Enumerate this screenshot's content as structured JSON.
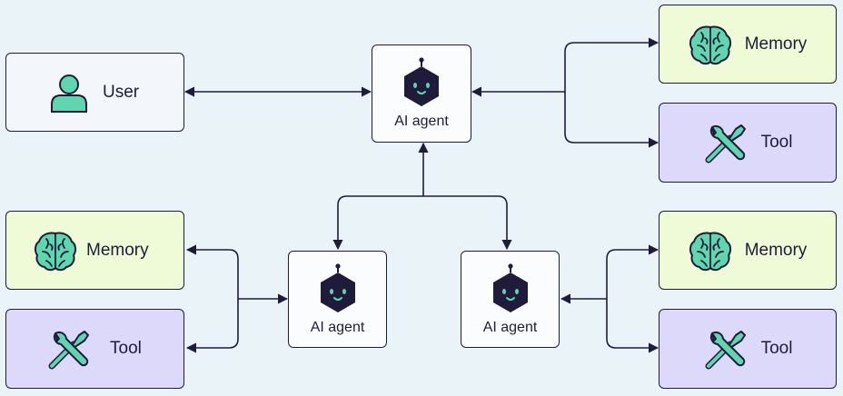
{
  "nodes": {
    "user": {
      "label": "User",
      "icon": "user-icon"
    },
    "agent_top": {
      "label": "AI agent",
      "icon": "robot-icon"
    },
    "agent_left": {
      "label": "AI agent",
      "icon": "robot-icon"
    },
    "agent_right": {
      "label": "AI agent",
      "icon": "robot-icon"
    },
    "memory_top": {
      "label": "Memory",
      "icon": "brain-icon"
    },
    "tool_top": {
      "label": "Tool",
      "icon": "tools-icon"
    },
    "memory_left": {
      "label": "Memory",
      "icon": "brain-icon"
    },
    "tool_left": {
      "label": "Tool",
      "icon": "tools-icon"
    },
    "memory_right": {
      "label": "Memory",
      "icon": "brain-icon"
    },
    "tool_right": {
      "label": "Tool",
      "icon": "tools-icon"
    }
  },
  "colors": {
    "background": "#eaf4f8",
    "stroke": "#1f1b3a",
    "user_fill": "#f3f7fb",
    "memory_fill": "#effad6",
    "tool_fill": "#dcd9fb",
    "icon_green": "#5fd6ae",
    "robot_body": "#1f1b3a",
    "robot_eyes": "#5fd6ae"
  }
}
